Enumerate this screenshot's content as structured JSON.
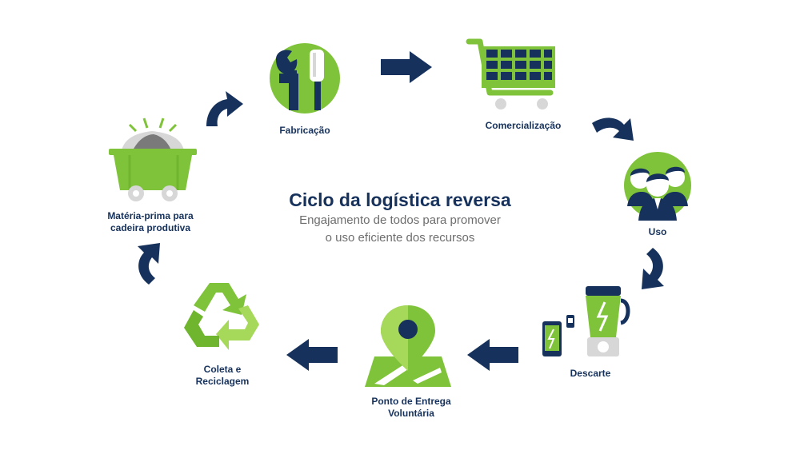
{
  "title": "Ciclo da logística reversa",
  "subtitle_line1": "Engajamento de todos para promover",
  "subtitle_line2": "o uso eficiente dos recursos",
  "steps": [
    {
      "label_line1": "Fabricação",
      "label_line2": ""
    },
    {
      "label_line1": "Comercialização",
      "label_line2": ""
    },
    {
      "label_line1": "Uso",
      "label_line2": ""
    },
    {
      "label_line1": "Descarte",
      "label_line2": ""
    },
    {
      "label_line1": "Ponto de Entrega",
      "label_line2": "Voluntária"
    },
    {
      "label_line1": "Coleta e",
      "label_line2": "Reciclagem"
    },
    {
      "label_line1": "Matéria-prima para",
      "label_line2": "cadeira produtiva"
    }
  ],
  "colors": {
    "navy": "#16325c",
    "green": "#7fc33a",
    "light_green": "#a6d85a",
    "grey": "#d7d7d7"
  },
  "icons": [
    "tools-icon",
    "shopping-cart-icon",
    "people-icon",
    "electronics-waste-icon",
    "map-pin-icon",
    "recycle-icon",
    "mine-cart-icon"
  ]
}
